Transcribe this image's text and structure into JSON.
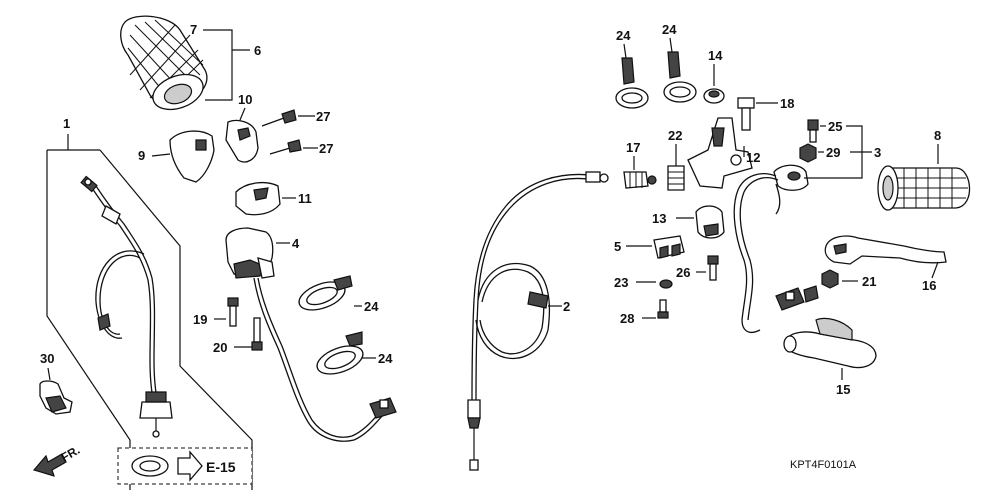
{
  "diagram": {
    "reference_code": "KPT4F0101A",
    "front_arrow_label": "FR.",
    "ref_page_label": "E-15",
    "callouts": {
      "p1": "1",
      "p2": "2",
      "p3": "3",
      "p4": "4",
      "p5": "5",
      "p6": "6",
      "p7": "7",
      "p8": "8",
      "p9": "9",
      "p10": "10",
      "p11": "11",
      "p12": "12",
      "p13": "13",
      "p14": "14",
      "p15": "15",
      "p16": "16",
      "p17": "17",
      "p18": "18",
      "p19": "19",
      "p20": "20",
      "p21": "21",
      "p22": "22",
      "p23": "23",
      "p24a": "24",
      "p24b": "24",
      "p24c": "24",
      "p24d": "24",
      "p25": "25",
      "p26": "26",
      "p27a": "27",
      "p27b": "27",
      "p28": "28",
      "p29": "29",
      "p30": "30"
    }
  }
}
